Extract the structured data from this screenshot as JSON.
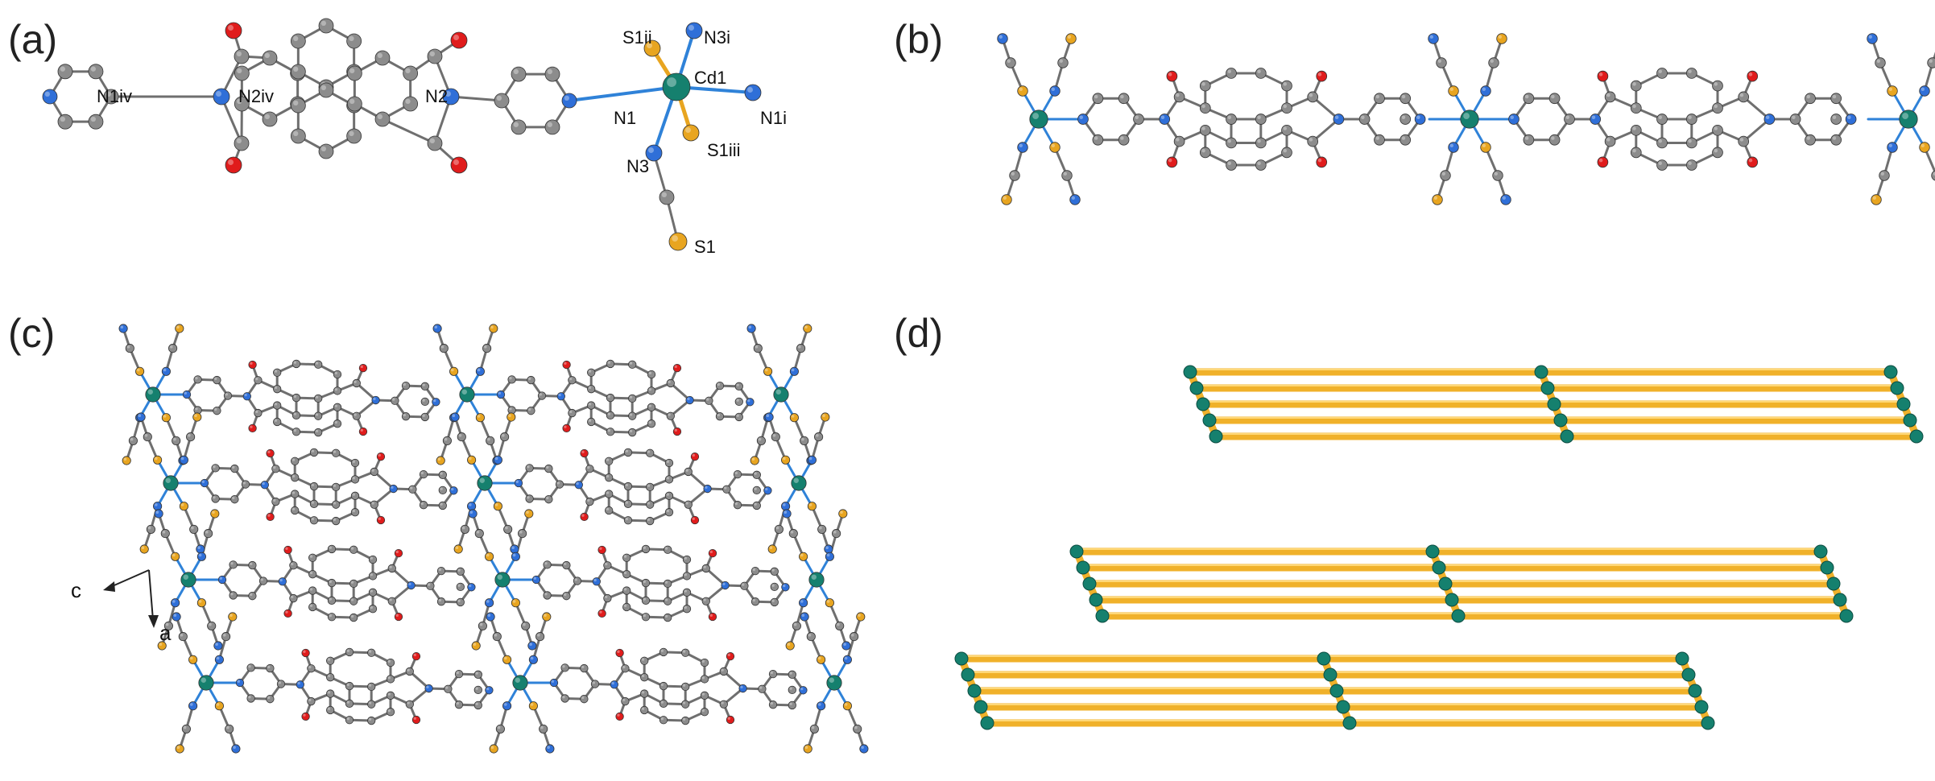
{
  "panels": {
    "a": {
      "label": "(a)"
    },
    "b": {
      "label": "(b)"
    },
    "c": {
      "label": "(c)"
    },
    "d": {
      "label": "(d)"
    }
  },
  "atom_labels": {
    "n1iv": "N1iv",
    "n2iv": "N2iv",
    "n2": "N2",
    "n1": "N1",
    "cd1": "Cd1",
    "s1ii": "S1ii",
    "n3i": "N3i",
    "n1i": "N1i",
    "s1iii": "S1iii",
    "n3": "N3",
    "s1": "S1"
  },
  "axes": {
    "c": "c",
    "a": "a"
  },
  "colors": {
    "carbon": "#8c8c8c",
    "nitrogen": "#2f6fd8",
    "oxygen": "#e01c1c",
    "sulfur": "#e8a520",
    "cadmium": "#15806e",
    "bond_metal": "#2f82d8",
    "rod": "#f0b12a"
  }
}
